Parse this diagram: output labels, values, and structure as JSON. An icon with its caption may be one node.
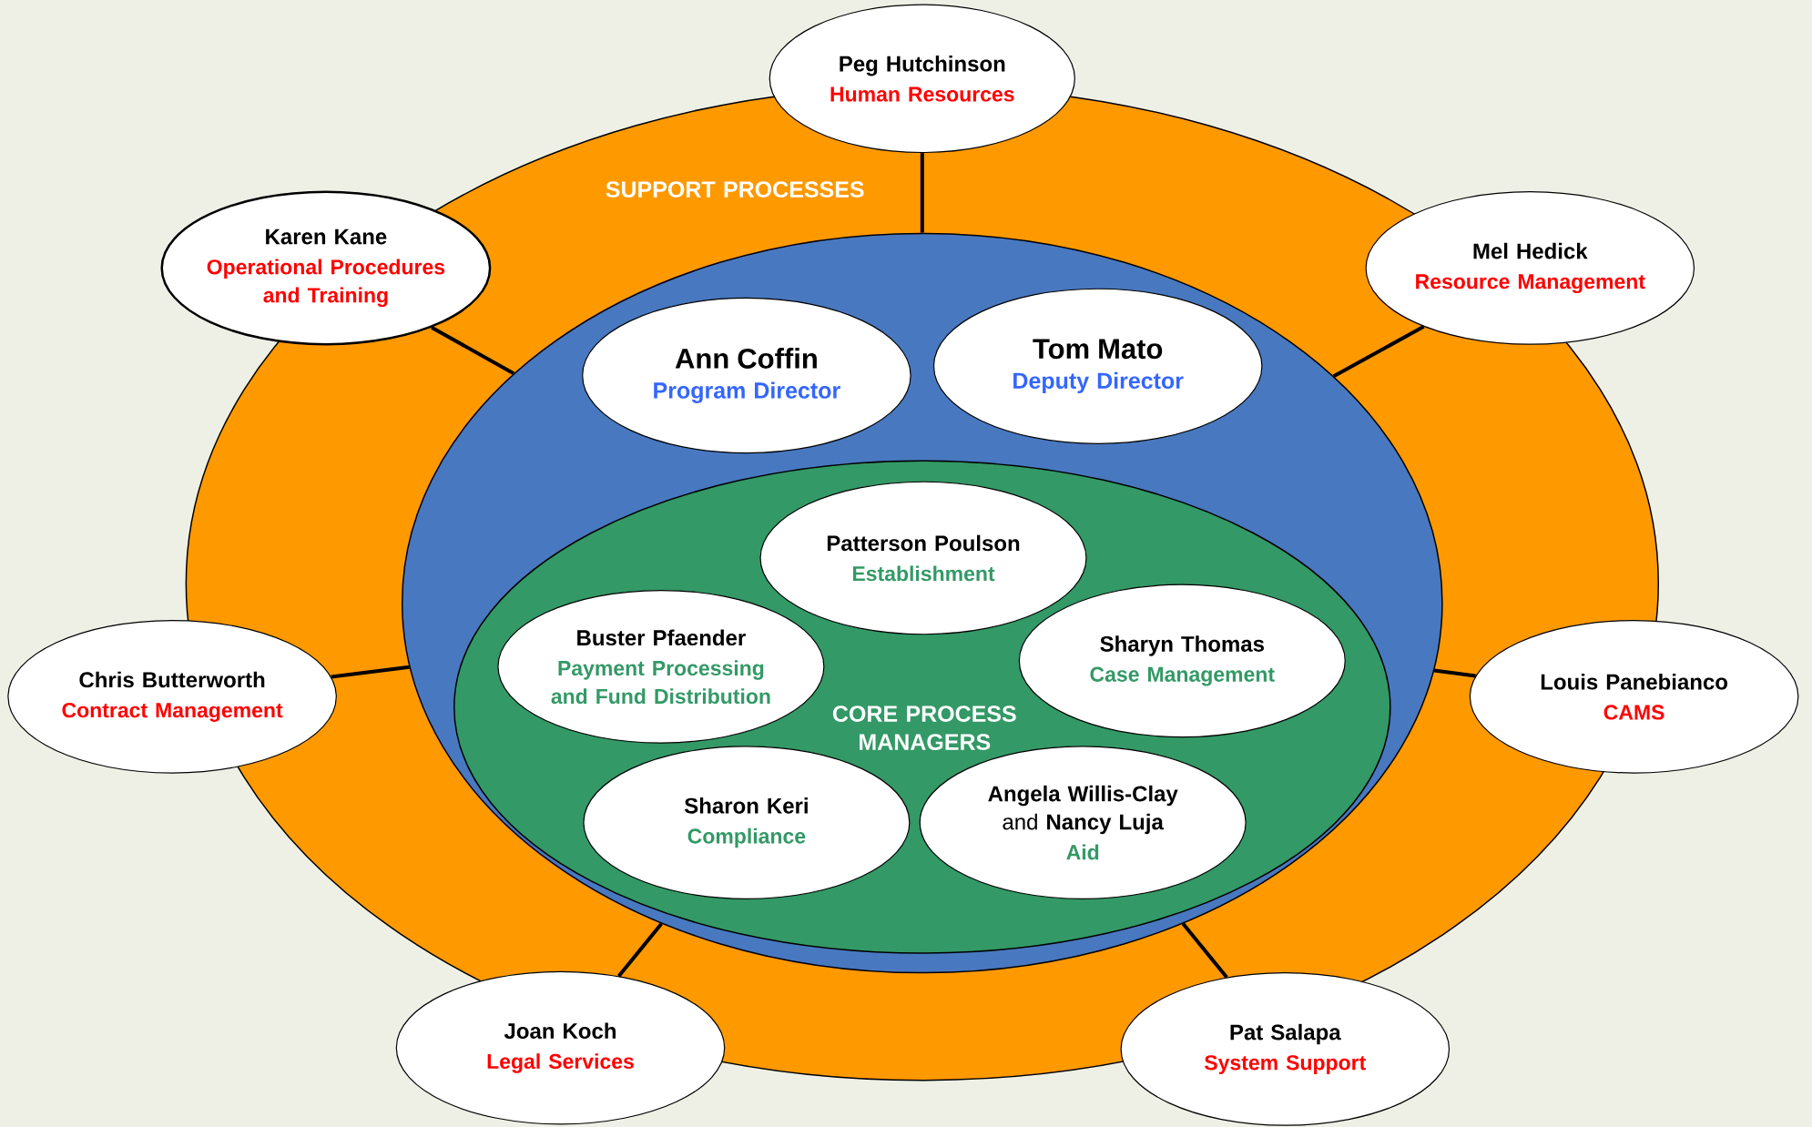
{
  "diagram": {
    "nodes": [
      {
        "text": [
          "SUPPORT PROCESSES"
        ]
      },
      {
        "text": [],
        "shape": "ellipse",
        "in": 0
      },
      {
        "text": [
          "Ann Coffin",
          "Program Director"
        ],
        "in": 1
      },
      {
        "text": [
          "Tom Mato",
          "Deputy Director"
        ],
        "in": 1
      },
      {
        "text": [
          "CORE PROCESS MANAGERS"
        ],
        "in": 1
      },
      {
        "text": [
          "Patterson Poulson",
          "Establishment"
        ],
        "in": 4
      },
      {
        "text": [
          "Buster Pfaender",
          "Payment Processing and Fund Distribution"
        ],
        "in": 4
      },
      {
        "text": [
          "Sharyn Thomas",
          "Case Management"
        ],
        "in": 4
      },
      {
        "text": [
          "Sharon Keri",
          "Compliance"
        ],
        "in": 4
      },
      {
        "text": [
          "**Angela Willis-Clay** and **Nancy Luja**",
          "Aid"
        ],
        "in": 4
      },
      {
        "text": [
          "Peg Hutchinson",
          "Human Resources"
        ]
      },
      {
        "text": [
          "Karen Kane",
          "Operational Procedures and Training"
        ]
      },
      {
        "text": [
          "Mel Hedick",
          "Resource Management"
        ]
      },
      {
        "text": [
          "Chris Butterworth",
          "Contract Management"
        ]
      },
      {
        "text": [
          "Louis Panebianco",
          "CAMS"
        ]
      },
      {
        "text": [
          "Joan Koch",
          "Legal Services"
        ]
      },
      {
        "text": [
          "Pat Salapa",
          "System Support"
        ]
      }
    ],
    "edges": [
      {
        "from": 10,
        "to": 1,
        "arrow": "none"
      },
      {
        "from": 11,
        "to": 1,
        "arrow": "none"
      },
      {
        "from": 12,
        "to": 1,
        "arrow": "none"
      },
      {
        "from": 13,
        "to": 1,
        "arrow": "none"
      },
      {
        "from": 14,
        "to": 1,
        "arrow": "none"
      },
      {
        "from": 15,
        "to": 1,
        "arrow": "none"
      },
      {
        "from": 16,
        "to": 1,
        "arrow": "none"
      }
    ]
  }
}
